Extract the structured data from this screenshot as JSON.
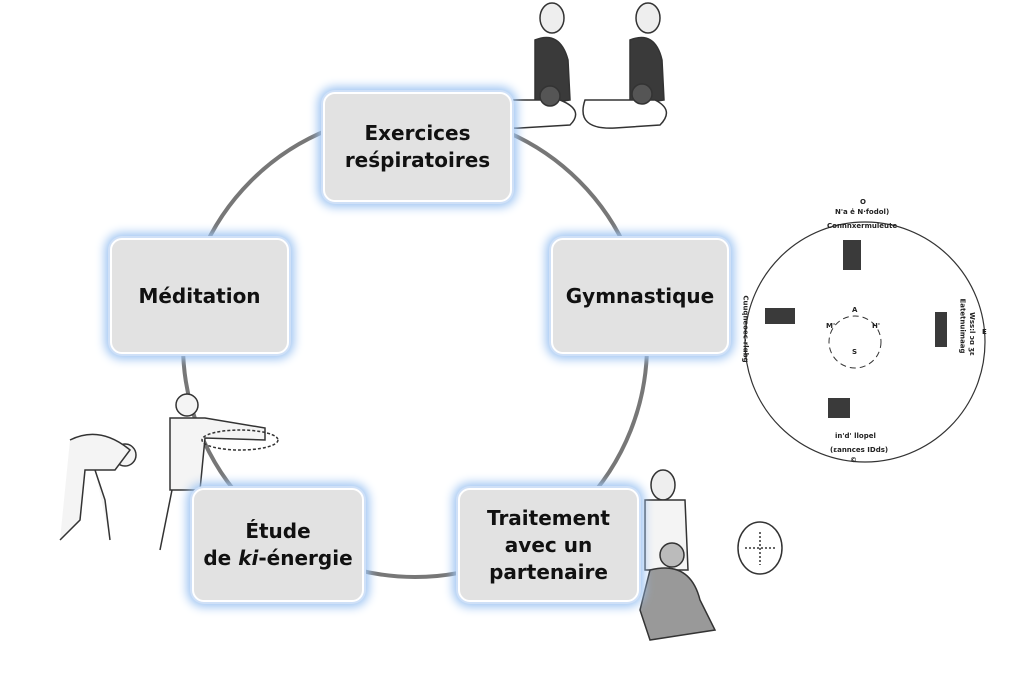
{
  "cycle": {
    "nodes": [
      {
        "lines": [
          "Exercices",
          "reśpiratoires"
        ]
      },
      {
        "lines": [
          "Gymnastique"
        ]
      },
      {
        "lines": [
          "Traitement",
          "avec un",
          "partenaire"
        ]
      },
      {
        "lines": [
          "Étude",
          "de ",
          "ki",
          "-énergie"
        ]
      },
      {
        "lines": [
          "Méditation"
        ]
      }
    ]
  },
  "inset": {
    "top_mark": "O",
    "top_label": "N'a ė N·fodol)",
    "inner_top": "Connnxermuleute",
    "right_label": "Wss:l ɔɑ ʒɛ",
    "right_mark": "E",
    "right_inner": "Eatetnuimaag",
    "left_label": "Cuuqneoec-rlɑbg",
    "bottom_inner": "in'd' llopel",
    "bottom_label": "(ɛannces IDds)",
    "bottom_mark": "©",
    "compass": [
      "A",
      "H'",
      "S",
      "M'"
    ]
  },
  "colors": {
    "box": "#e2e2e2",
    "glow": "#9cc3f2",
    "ring": "#777777",
    "figure_dark": "#3a3a3a"
  }
}
